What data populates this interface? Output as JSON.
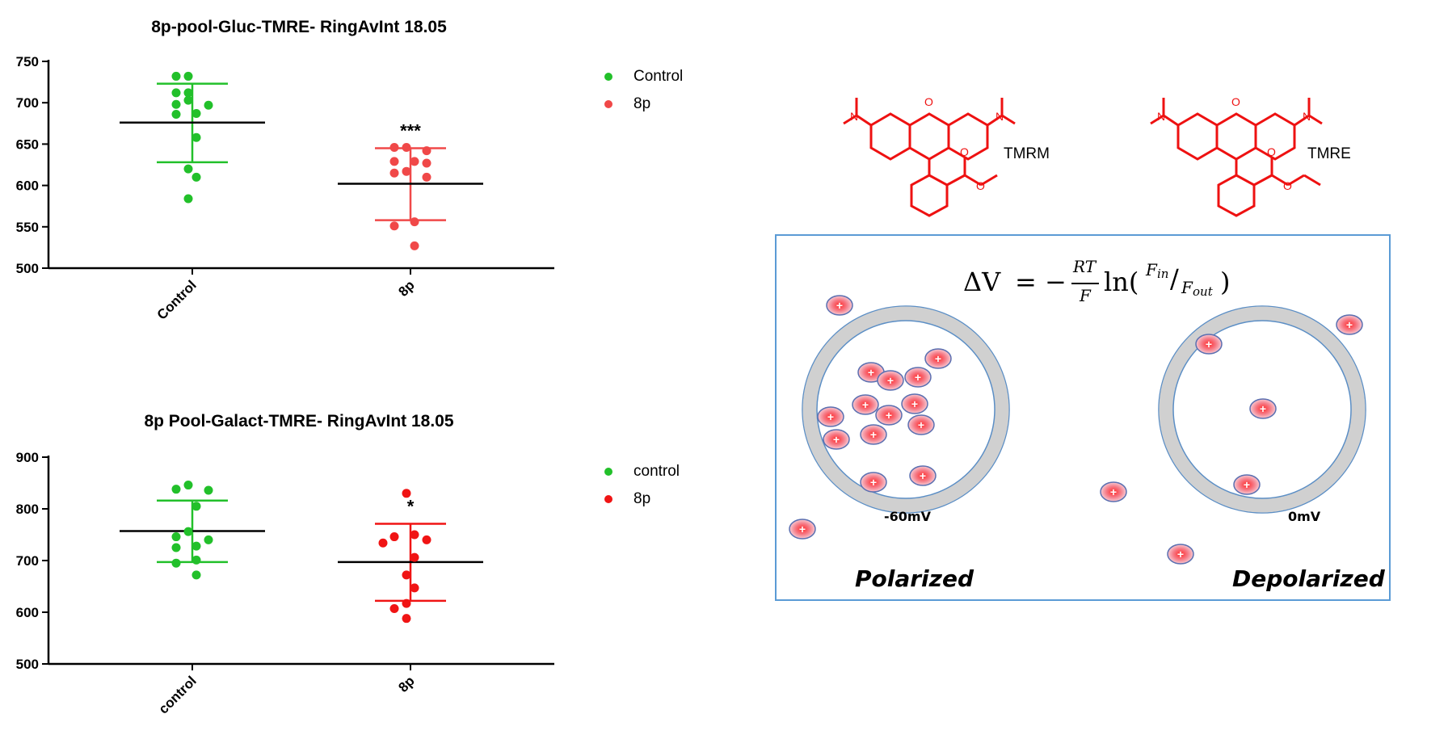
{
  "chart_data": [
    {
      "type": "scatter",
      "title": "8p-pool-Gluc-TMRE- RingAvInt 18.05",
      "categories": [
        "Control",
        "8p"
      ],
      "ylim": [
        500,
        750
      ],
      "yticks": [
        500,
        550,
        600,
        650,
        700,
        750
      ],
      "series": [
        {
          "name": "Control",
          "color": "#22c02a",
          "points": [
            732,
            732,
            712,
            712,
            703,
            698,
            697,
            687,
            686,
            658,
            620,
            610,
            584
          ],
          "mean": 676,
          "sd_low": 628,
          "sd_high": 723
        },
        {
          "name": "8p",
          "color": "#f04848",
          "points": [
            646,
            646,
            642,
            629,
            629,
            627,
            617,
            615,
            610,
            556,
            551,
            527
          ],
          "mean": 602,
          "sd_low": 558,
          "sd_high": 645,
          "annotation": "***"
        }
      ],
      "legend_position": "right"
    },
    {
      "type": "scatter",
      "title": "8p Pool-Galact-TMRE- RingAvInt 18.05",
      "categories": [
        "control",
        "8p"
      ],
      "ylim": [
        500,
        900
      ],
      "yticks": [
        500,
        600,
        700,
        800,
        900
      ],
      "series": [
        {
          "name": "control",
          "color": "#22c02a",
          "points": [
            846,
            838,
            836,
            805,
            756,
            746,
            740,
            728,
            725,
            701,
            695,
            672
          ],
          "mean": 757,
          "sd_low": 697,
          "sd_high": 816
        },
        {
          "name": "8p",
          "color": "#f01414",
          "points": [
            830,
            750,
            746,
            740,
            734,
            706,
            672,
            647,
            617,
            607,
            588
          ],
          "mean": 697,
          "sd_low": 622,
          "sd_high": 771,
          "annotation": "*"
        }
      ],
      "legend_position": "right"
    }
  ],
  "molecules": {
    "left_label": "TMRM",
    "right_label": "TMRE"
  },
  "diagram": {
    "equation": "ΔV = − RT/F ln(Fin/Fout)",
    "eq_parts": {
      "delta_v": "ΔV",
      "equals_minus": "= −",
      "rt": "RT",
      "f": "F",
      "ln": "ln(",
      "fin": "F",
      "fin_sub": "in",
      "fout": "F",
      "fout_sub": "out",
      "close": ")"
    },
    "polarized_label": "Polarized",
    "depolarized_label": "Depolarized",
    "polarized_mv": "-60mV",
    "depolarized_mv": "0mV",
    "ion_symbol": "+"
  }
}
